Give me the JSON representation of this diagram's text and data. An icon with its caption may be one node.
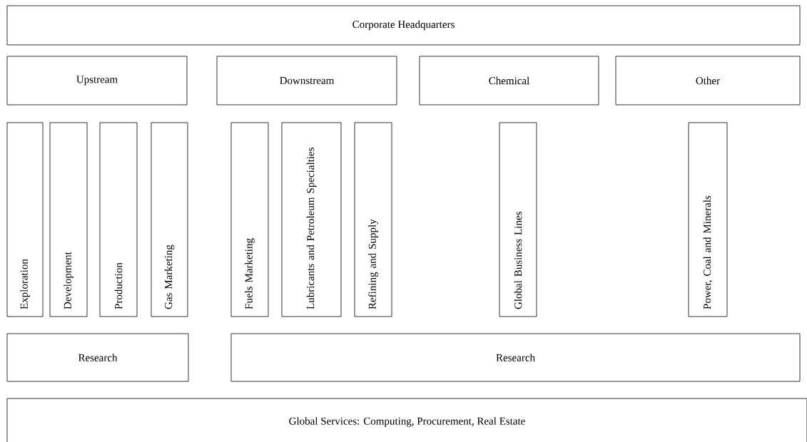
{
  "diagram": {
    "nodes": [
      {
        "text": [
          "Corporate Headquarters"
        ]
      },
      {
        "text": [
          "Upstream"
        ]
      },
      {
        "text": [
          "Downstream"
        ]
      },
      {
        "text": [
          "Chemical"
        ]
      },
      {
        "text": [
          "Other"
        ]
      },
      {
        "text": [
          "Exploration"
        ]
      },
      {
        "text": [
          "Development"
        ]
      },
      {
        "text": [
          "Production"
        ]
      },
      {
        "text": [
          "Gas Marketing"
        ]
      },
      {
        "text": [
          "Fuels  Marketing"
        ]
      },
      {
        "text": [
          "Lubricants and Petroleum Specialties"
        ]
      },
      {
        "text": [
          "Refining and Supply"
        ]
      },
      {
        "text": [
          "Global Business Lines"
        ]
      },
      {
        "text": [
          "Power, Coal and Minerals"
        ]
      },
      {
        "text": [
          "Research"
        ]
      },
      {
        "text": [
          "Research"
        ]
      },
      {
        "text": [
          "Global Services: Computing, Procurement, Real Estate"
        ]
      }
    ]
  }
}
